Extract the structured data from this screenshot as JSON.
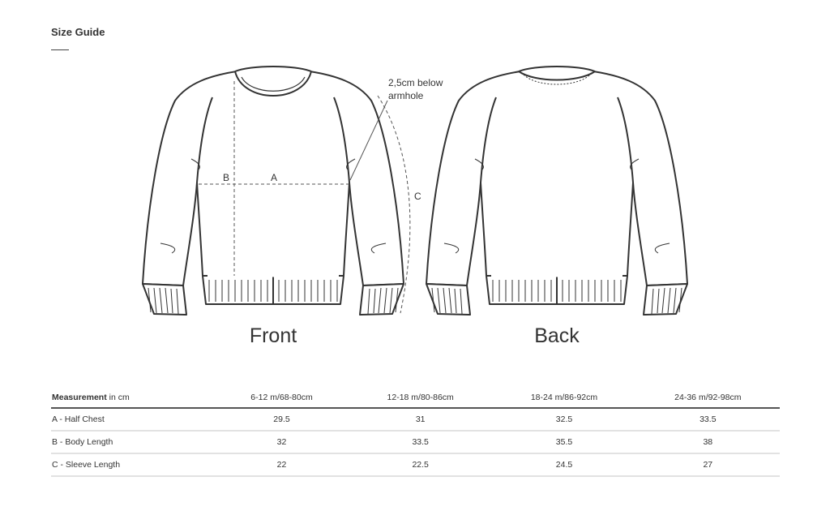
{
  "title": "Size Guide",
  "annotation": {
    "line1": "2,5cm below",
    "line2": "armhole"
  },
  "dimension_labels": {
    "a": "A",
    "b": "B",
    "c": "C"
  },
  "views": {
    "front": "Front",
    "back": "Back"
  },
  "table": {
    "header_bold": "Measurement",
    "header_unit": " in cm",
    "columns": [
      "6-12 m/68-80cm",
      "12-18 m/80-86cm",
      "18-24 m/86-92cm",
      "24-36 m/92-98cm"
    ],
    "rows": [
      {
        "label": "A - Half Chest",
        "values": [
          "29.5",
          "31",
          "32.5",
          "33.5"
        ]
      },
      {
        "label": "B - Body Length",
        "values": [
          "32",
          "33.5",
          "35.5",
          "38"
        ]
      },
      {
        "label": "C - Sleeve Length",
        "values": [
          "22",
          "22.5",
          "24.5",
          "27"
        ]
      }
    ]
  }
}
